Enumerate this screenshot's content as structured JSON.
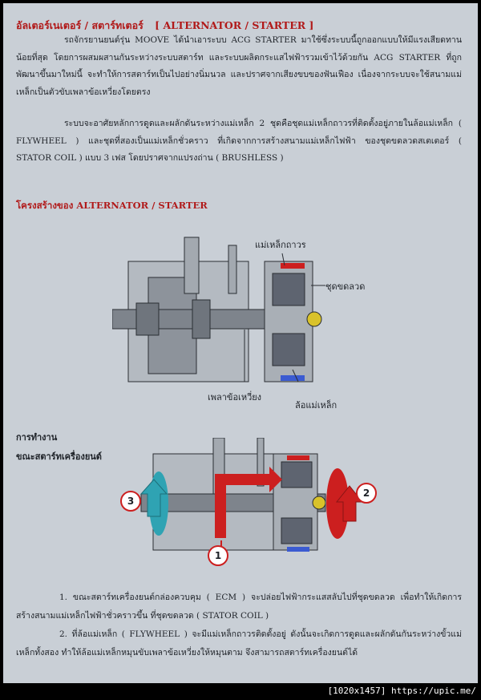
{
  "header": {
    "title_thai": "อัลเตอร์เนเตอร์ / สตาร์ทเตอร์",
    "title_eng": "[ ALTERNATOR / STARTER ]"
  },
  "intro": {
    "paragraph1": "รถจักรยานยนต์รุ่น MOOVE ได้นำเอาระบบ ACG STARTER มาใช้ซึ่งระบบนี้ถูกออกแบบให้มีแรงเสียดทานน้อยที่สุด โดยการผสมผสานกันระหว่างระบบสตาร์ท และระบบผลิตกระแสไฟฟ้ารวมเข้าไว้ด้วยกัน ACG STARTER ที่ถูกพัฒนาขึ้นมาใหม่นี้ จะทำให้การสตาร์ทเป็นไปอย่างนิ่มนวล และปราศจากเสียงขบของฟันเฟือง เนื่องจากระบบจะใช้สนามแม่เหล็กเป็นตัวขับเพลาข้อเหวี่ยงโดยตรง",
    "paragraph2": "ระบบจะอาศัยหลักการดูดและผลักดันระหว่างแม่เหล็ก 2 ชุดคือชุดแม่เหล็กถาวรที่ติดตั้งอยู่ภายในล้อแม่เหล็ก ( FLYWHEEL ) และชุดที่สองเป็นแม่เหล็กชั่วคราว ที่เกิดจากการสร้างสนามแม่เหล็กไฟฟ้า ของชุดขดลวดสเตเตอร์ ( STATOR COIL ) แบบ 3 เฟส โดยปราศจากแปรงถ่าน ( BRUSHLESS )"
  },
  "structure": {
    "heading": "โครงสร้างของ ALTERNATOR / STARTER",
    "labels": {
      "permanent_magnet": "แม่เหล็กถาวร",
      "coil": "ชุดขดลวด",
      "crankshaft": "เพลาข้อเหวี่ยง",
      "flywheel": "ล้อแม่เหล็ก"
    }
  },
  "operation": {
    "heading": "การทำงาน",
    "subheading": "ขณะสตาร์ทเครื่องยนต์",
    "markers": [
      "1",
      "2",
      "3"
    ],
    "steps": [
      "1. ขณะสตาร์ทเครื่องยนต์กล่องควบคุม ( ECM ) จะปล่อยไฟฟ้ากระแสสลับไปที่ชุดขดลวด เพื่อทำให้เกิดการสร้างสนามแม่เหล็กไฟฟ้าชั่วคราวขึ้น ที่ชุดขดลวด ( STATOR COIL )",
      "2. ที่ล้อแม่เหล็ก ( FLYWHEEL ) จะมีแม่เหล็กถาวรติดตั้งอยู่ ดังนั้นจะเกิดการดูดและผลักดันกันระหว่างขั้วแม่เหล็กทั้งสอง ทำให้ล้อแม่เหล็กหมุนขับเพลาข้อเหวี่ยงให้หมุนตาม จึงสามารถสตาร์ทเครื่องยนต์ได้"
    ]
  },
  "footer": {
    "text": "[1020x1457] https://upic.me/"
  },
  "colors": {
    "heading_red": "#b11a1a",
    "arrow_red": "#cc1f1f",
    "arrow_teal": "#2fa3b3",
    "magnet_blue": "#3b5bd1",
    "nut_yellow": "#d9c22a"
  }
}
